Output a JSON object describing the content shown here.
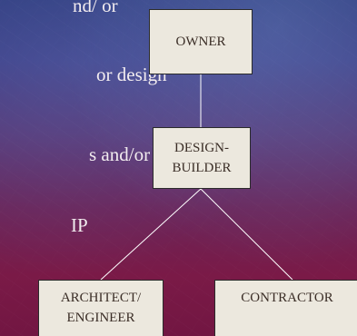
{
  "background_text": {
    "line1": "nd/ or",
    "line2": "or design",
    "line3": "s and/or",
    "line4": "IP"
  },
  "diagram": {
    "owner": "OWNER",
    "design_builder": "DESIGN-\nBUILDER",
    "architect_engineer": "ARCHITECT/\nENGINEER",
    "contractor": "CONTRACTOR"
  }
}
